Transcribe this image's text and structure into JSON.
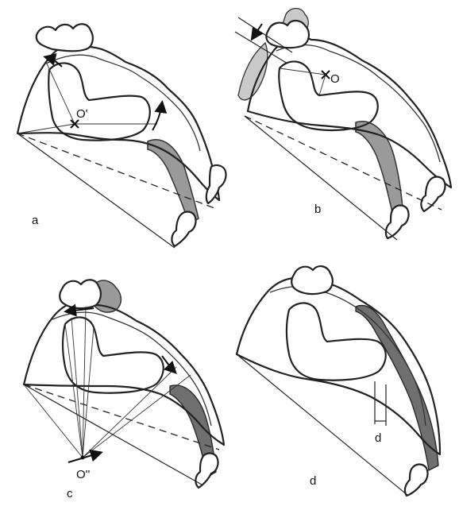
{
  "panels": [
    {
      "id": "a",
      "label": "a",
      "points": [
        "O'"
      ]
    },
    {
      "id": "b",
      "label": "b",
      "points": [
        "O"
      ]
    },
    {
      "id": "c",
      "label": "c",
      "points": [
        "O''"
      ]
    },
    {
      "id": "d",
      "label": "d",
      "points": [
        "d"
      ]
    }
  ],
  "colors": {
    "line": "#222222",
    "shade": "#9a9a9a",
    "shade_dark": "#6f6f6f",
    "background": "#ffffff"
  }
}
